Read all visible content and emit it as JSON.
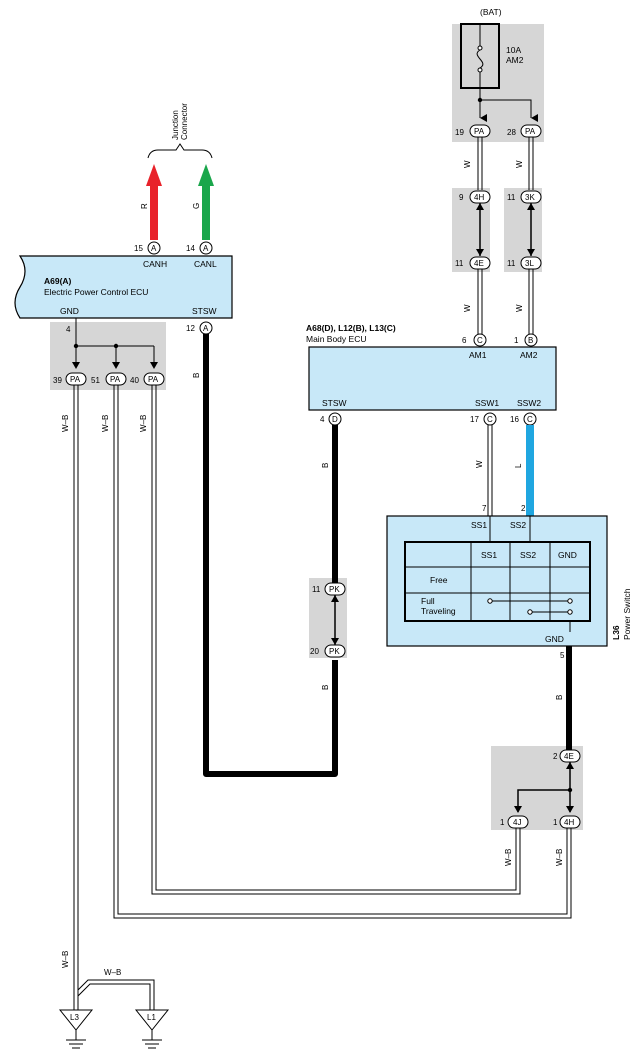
{
  "power_source": {
    "label": "(BAT)",
    "fuse_rating": "10A",
    "fuse_name": "AM2"
  },
  "junction_connector": {
    "label_line1": "Junction",
    "label_line2": "Connector"
  },
  "eps_ecu": {
    "code": "A69(A)",
    "name": "Electric Power Control ECU",
    "pins": {
      "canh": "CANH",
      "canl": "CANL",
      "gnd": "GND",
      "stsw": "STSW"
    },
    "pin_numbers": {
      "canh": "15",
      "canl": "14",
      "gnd": "4",
      "stsw": "12"
    },
    "connector_letter": "A"
  },
  "main_body_ecu": {
    "code": "A68(D), L12(B), L13(C)",
    "name": "Main Body ECU",
    "pins": {
      "am1": "AM1",
      "am2": "AM2",
      "stsw": "STSW",
      "ssw1": "SSW1",
      "ssw2": "SSW2"
    },
    "pin_numbers": {
      "am1": "6",
      "am2": "1",
      "stsw": "4",
      "ssw1": "17",
      "ssw2": "16"
    },
    "connector_letters": {
      "am1": "C",
      "am2": "B",
      "stsw": "D",
      "ssw1": "C",
      "ssw2": "C"
    }
  },
  "power_switch": {
    "code": "L36",
    "name": "Power Switch",
    "pins": {
      "ss1": "SS1",
      "ss2": "SS2",
      "gnd": "GND"
    },
    "pin_numbers": {
      "ss1": "7",
      "ss2": "2",
      "gnd": "5"
    },
    "table": {
      "headers": [
        "SS1",
        "SS2",
        "GND"
      ],
      "rows": [
        "Free",
        "Full\nTraveling"
      ],
      "row_free": "Free",
      "row_full_1": "Full",
      "row_full_2": "Traveling"
    }
  },
  "connectors": {
    "pa_19": {
      "num": "19",
      "code": "PA"
    },
    "pa_28": {
      "num": "28",
      "code": "PA"
    },
    "h4_9": {
      "num": "9",
      "code": "4H"
    },
    "k3_11": {
      "num": "11",
      "code": "3K"
    },
    "e4_11": {
      "num": "11",
      "code": "4E"
    },
    "l3_11": {
      "num": "11",
      "code": "3L"
    },
    "pa_39": {
      "num": "39",
      "code": "PA"
    },
    "pa_51": {
      "num": "51",
      "code": "PA"
    },
    "pa_40": {
      "num": "40",
      "code": "PA"
    },
    "pk_11": {
      "num": "11",
      "code": "PK"
    },
    "pk_20": {
      "num": "20",
      "code": "PK"
    },
    "e4_2": {
      "num": "2",
      "code": "4E"
    },
    "j4_1": {
      "num": "1",
      "code": "4J"
    },
    "h4_1": {
      "num": "1",
      "code": "4H"
    }
  },
  "wire_colors": {
    "r": "R",
    "g": "G",
    "b": "B",
    "w": "W",
    "l": "L",
    "wb": "W–B"
  },
  "grounds": {
    "l3": "L3",
    "l1": "L1"
  },
  "colors": {
    "ecu_fill": "#c8e8f8",
    "splice_fill": "#d6d6d6",
    "red": "#e8222a",
    "green": "#1aa64b",
    "blue": "#1fa6e0",
    "black": "#000000"
  }
}
